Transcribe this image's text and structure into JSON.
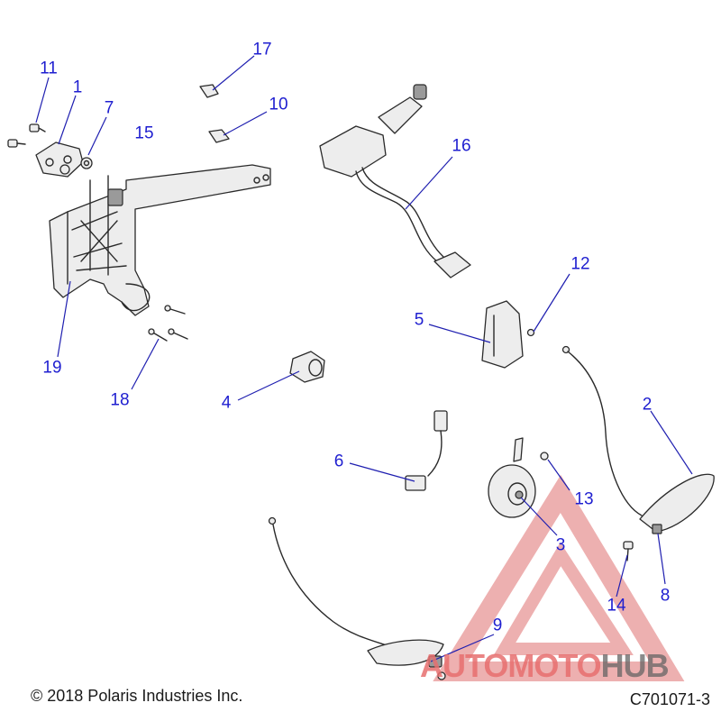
{
  "diagram": {
    "callouts": [
      {
        "id": "c1",
        "label": "1"
      },
      {
        "id": "c2",
        "label": "2"
      },
      {
        "id": "c3",
        "label": "3"
      },
      {
        "id": "c4",
        "label": "4"
      },
      {
        "id": "c5",
        "label": "5"
      },
      {
        "id": "c6",
        "label": "6"
      },
      {
        "id": "c7",
        "label": "7"
      },
      {
        "id": "c8",
        "label": "8"
      },
      {
        "id": "c9",
        "label": "9"
      },
      {
        "id": "c10",
        "label": "10"
      },
      {
        "id": "c11",
        "label": "11"
      },
      {
        "id": "c12",
        "label": "12"
      },
      {
        "id": "c13",
        "label": "13"
      },
      {
        "id": "c14",
        "label": "14"
      },
      {
        "id": "c15",
        "label": "15"
      },
      {
        "id": "c16",
        "label": "16"
      },
      {
        "id": "c17",
        "label": "17"
      },
      {
        "id": "c18",
        "label": "18"
      },
      {
        "id": "c19",
        "label": "19"
      }
    ],
    "copyright": "© 2018 Polaris Industries Inc.",
    "figure_code": "C701071-3",
    "callout_color": "#1f1fd0"
  },
  "watermark": {
    "text_part1": "AUTOMOTO",
    "text_part2": "HUB",
    "accent_color": "#e06060"
  }
}
